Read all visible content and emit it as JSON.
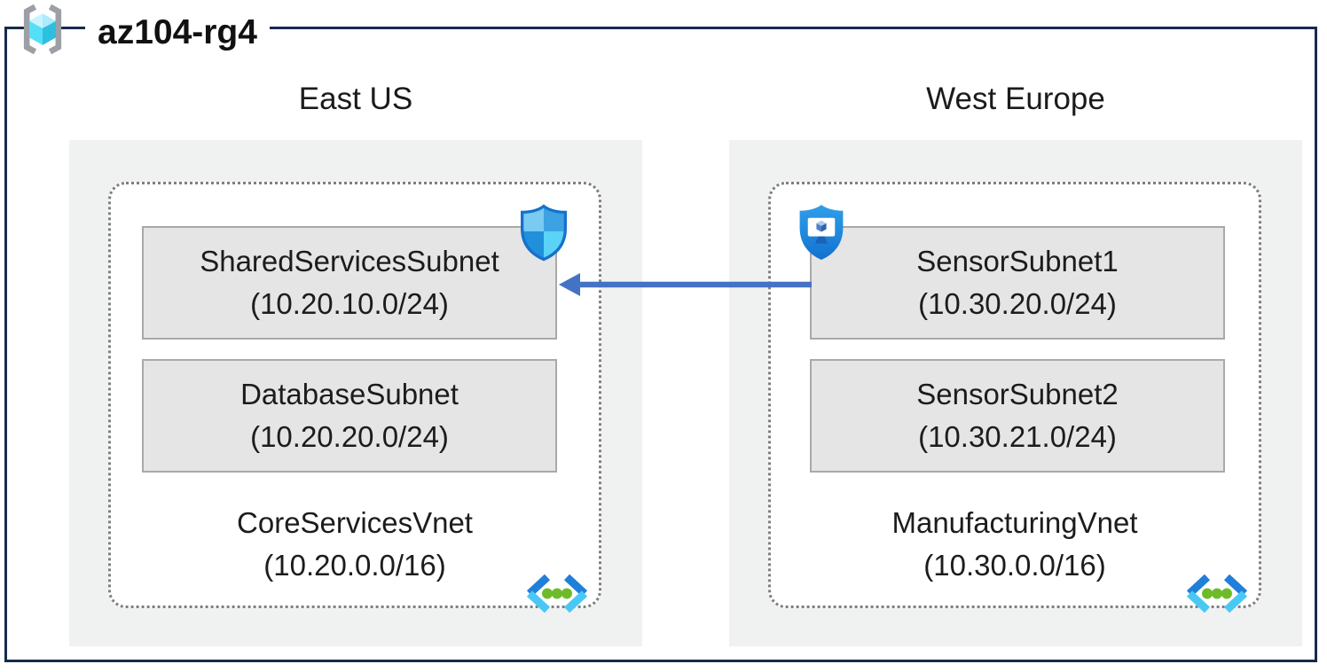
{
  "resource_group": {
    "title": "az104-rg4"
  },
  "regions": [
    {
      "name": "East US",
      "vnet": {
        "name": "CoreServicesVnet",
        "cidr": "(10.20.0.0/16)"
      },
      "subnets": [
        {
          "name": "SharedServicesSubnet",
          "cidr": "(10.20.10.0/24)",
          "badge": "network-security-group-shield"
        },
        {
          "name": "DatabaseSubnet",
          "cidr": "(10.20.20.0/24)",
          "badge": null
        }
      ]
    },
    {
      "name": "West Europe",
      "vnet": {
        "name": "ManufacturingVnet",
        "cidr": "(10.30.0.0/16)"
      },
      "subnets": [
        {
          "name": "SensorSubnet1",
          "cidr": "(10.30.20.0/24)",
          "badge": "application-security-group-shield"
        },
        {
          "name": "SensorSubnet2",
          "cidr": "(10.30.21.0/24)",
          "badge": null
        }
      ]
    }
  ],
  "connection": {
    "from": "SensorSubnet1",
    "to": "SharedServicesSubnet",
    "direction": "right-to-left",
    "arrow_color": "#4472C4"
  },
  "icons": {
    "resource_group": "resource-group-brackets-cube-icon",
    "nsg": "network-security-group-shield-icon",
    "asg": "application-security-group-shield-monitor-icon",
    "vnet": "virtual-network-chevrons-icon"
  },
  "colors": {
    "frame_border": "#17294D",
    "region_fill": "#F0F1F1",
    "subnet_fill": "#E5E5E5",
    "subnet_border": "#A9A9A9",
    "vnet_dotted_border": "#7F7F7F",
    "arrow": "#4472C4"
  }
}
